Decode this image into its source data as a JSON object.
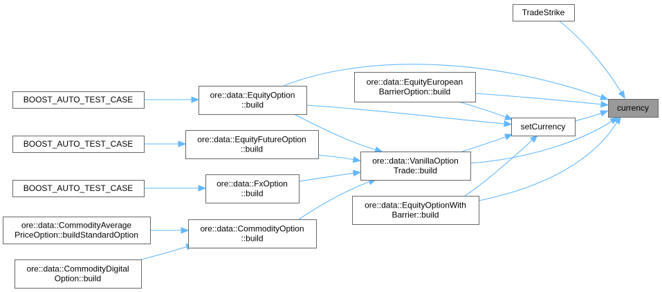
{
  "graph": {
    "edge_color": "#63b8ff",
    "focus_fill": "#999999",
    "node_border": "#666666",
    "nodes": {
      "currency": {
        "lines": [
          "currency"
        ]
      },
      "tradeStrike": {
        "lines": [
          "TradeStrike"
        ]
      },
      "setCurrency": {
        "lines": [
          "setCurrency"
        ]
      },
      "eqEuroBarrier": {
        "lines": [
          "ore::data::EquityEuropean",
          "BarrierOption::build"
        ]
      },
      "eqOption": {
        "lines": [
          "ore::data::EquityOption",
          "::build"
        ]
      },
      "eqFutureOption": {
        "lines": [
          "ore::data::EquityFutureOption",
          "::build"
        ]
      },
      "vanillaOption": {
        "lines": [
          "ore::data::VanillaOption",
          "Trade::build"
        ]
      },
      "fxOption": {
        "lines": [
          "ore::data::FxOption",
          "::build"
        ]
      },
      "eqOptionWithBarrier": {
        "lines": [
          "ore::data::EquityOptionWith",
          "Barrier::build"
        ]
      },
      "commodityOption": {
        "lines": [
          "ore::data::CommodityOption",
          "::build"
        ]
      },
      "boost1": {
        "lines": [
          "BOOST_AUTO_TEST_CASE"
        ]
      },
      "boost2": {
        "lines": [
          "BOOST_AUTO_TEST_CASE"
        ]
      },
      "boost3": {
        "lines": [
          "BOOST_AUTO_TEST_CASE"
        ]
      },
      "commodityAverage": {
        "lines": [
          "ore::data::CommodityAverage",
          "PriceOption::buildStandardOption"
        ]
      },
      "commodityDigital": {
        "lines": [
          "ore::data::CommodityDigital",
          "Option::build"
        ]
      }
    },
    "edges": [
      [
        "tradeStrike",
        "currency"
      ],
      [
        "eqOption",
        "currency"
      ],
      [
        "eqEuroBarrier",
        "currency"
      ],
      [
        "eqOption",
        "setCurrency"
      ],
      [
        "setCurrency",
        "currency"
      ],
      [
        "vanillaOption",
        "currency"
      ],
      [
        "eqOptionWithBarrier",
        "currency"
      ],
      [
        "eqEuroBarrier",
        "setCurrency"
      ],
      [
        "vanillaOption",
        "setCurrency"
      ],
      [
        "eqOptionWithBarrier",
        "setCurrency"
      ],
      [
        "eqOption",
        "vanillaOption"
      ],
      [
        "eqFutureOption",
        "vanillaOption"
      ],
      [
        "fxOption",
        "vanillaOption"
      ],
      [
        "commodityOption",
        "vanillaOption"
      ],
      [
        "boost1",
        "eqOption"
      ],
      [
        "boost2",
        "eqFutureOption"
      ],
      [
        "boost3",
        "fxOption"
      ],
      [
        "commodityAverage",
        "commodityOption"
      ],
      [
        "commodityDigital",
        "commodityOption"
      ]
    ]
  }
}
